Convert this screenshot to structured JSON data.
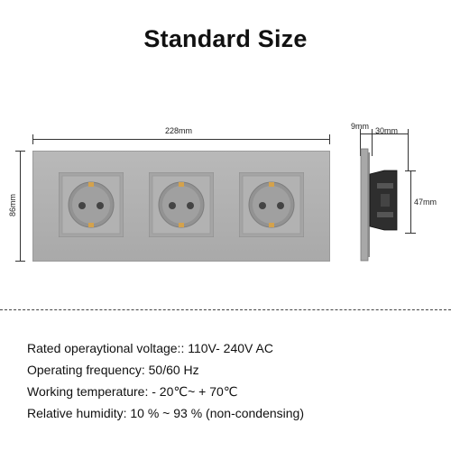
{
  "title": "Standard Size",
  "dimensions": {
    "width": "228mm",
    "height": "86mm",
    "side_plate": "9mm",
    "side_depth": "30mm",
    "side_height": "47mm"
  },
  "specs": [
    "Rated operaytional voltage:: 110V- 240V AC",
    "Operating frequency: 50/60 Hz",
    "Working temperature: - 20℃~ + 70℃",
    "Relative humidity: 10 % ~ 93 % (non-condensing)"
  ],
  "colors": {
    "panel": "#b0b0b0",
    "socket_frame": "#a3a3a3",
    "socket_recess": "#8f8f8f",
    "pins": "#d4a24c",
    "connector": "#333333"
  },
  "socket_count": 3
}
